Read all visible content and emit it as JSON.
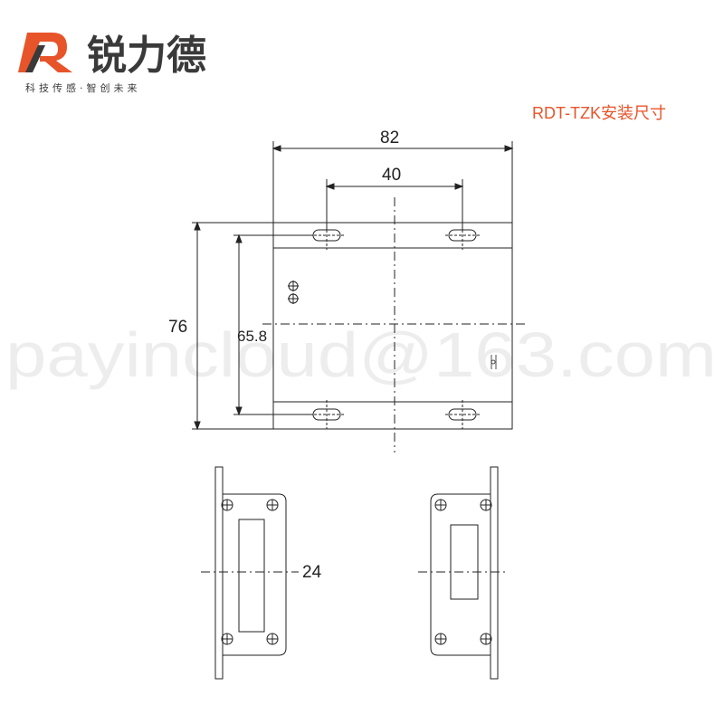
{
  "brand": {
    "name": "锐力德",
    "slogan": "科技传感·智创未来",
    "logo_letter": "R",
    "accent_color": "#e8542a",
    "text_color": "#3a3a3a"
  },
  "drawing": {
    "title": "RDT-TZK安装尺寸",
    "title_color": "#e8542a",
    "line_color": "#222222",
    "dimensions": {
      "overall_width": "82",
      "hole_spacing": "40",
      "overall_height": "76",
      "inner_height": "65.8",
      "side_width": "24"
    }
  },
  "watermark": {
    "text": "payincloud@163.com"
  }
}
